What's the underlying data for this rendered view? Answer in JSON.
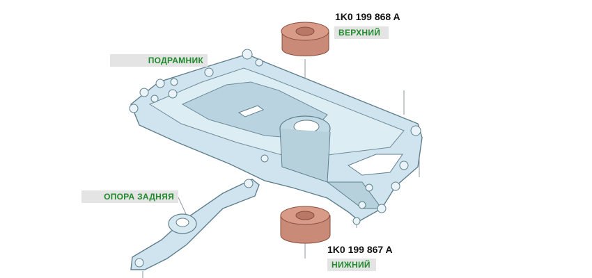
{
  "labels": {
    "subframe": "ПОДРАМНИК",
    "rear_mount": "ОПОРА ЗАДНЯЯ",
    "upper": "ВЕРХНИЙ",
    "lower": "НИЖНИЙ"
  },
  "parts": {
    "upper_number": "1K0 199 868 A",
    "lower_number": "1K0 199 867 A"
  },
  "colors": {
    "label_text": "#1f8a2c",
    "label_bg": "#e4e4e4",
    "subframe_fill": "#cfe4ee",
    "bushing_fill": "#c98a78"
  }
}
